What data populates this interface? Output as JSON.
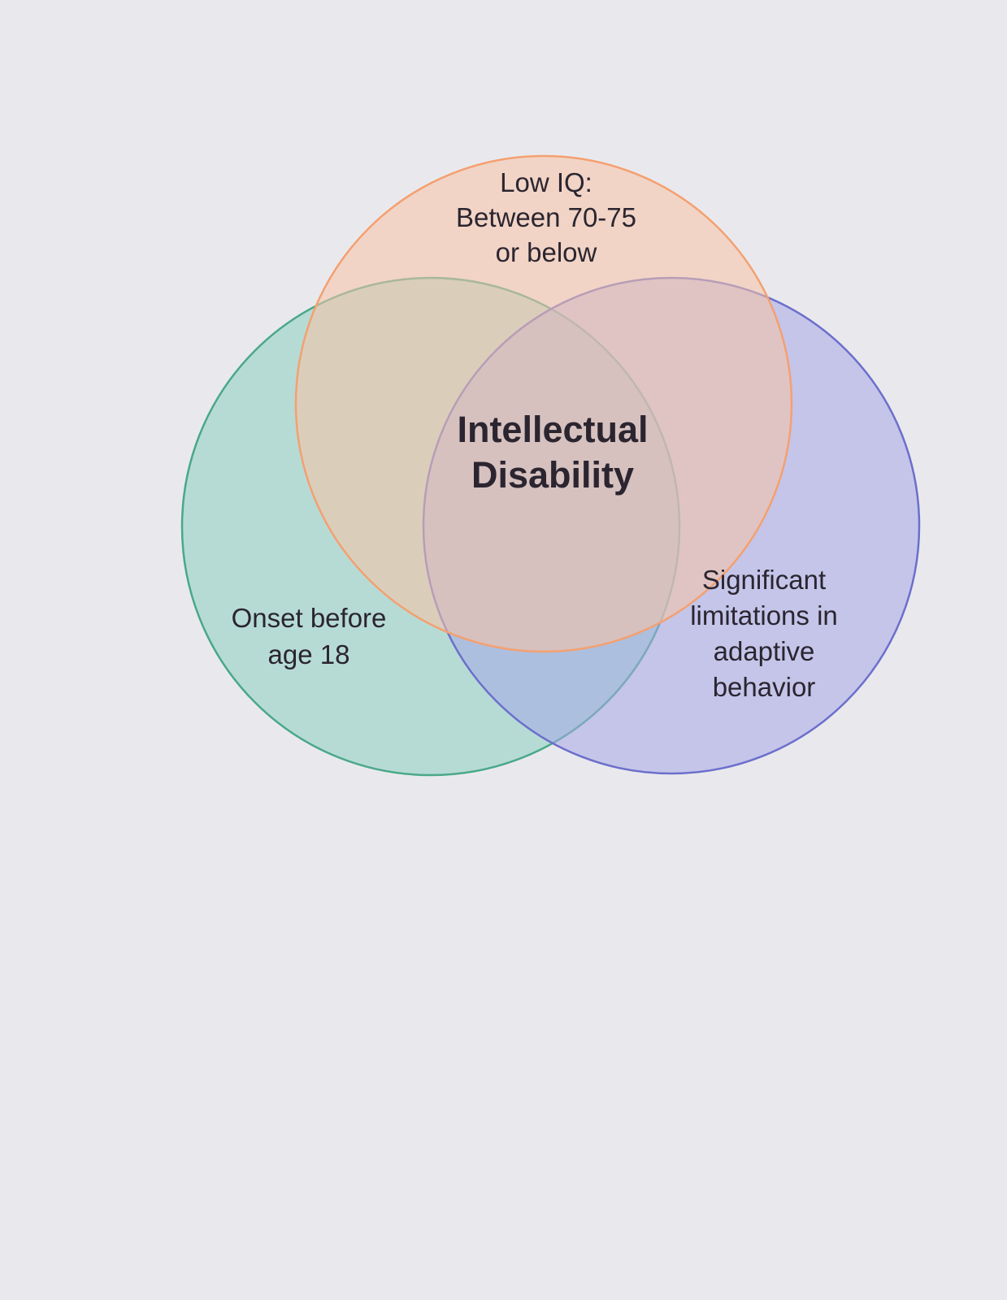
{
  "diagram": {
    "type": "venn",
    "center_label": [
      "Intellectual",
      "Disability"
    ],
    "sets": [
      {
        "id": "iq",
        "label": [
          "Low IQ:",
          "Between 70-75",
          "or below"
        ],
        "stroke": "#f4a070",
        "fill": "#f8c2a6"
      },
      {
        "id": "onset",
        "label": [
          "Onset before",
          "age 18"
        ],
        "stroke": "#4aa888",
        "fill": "#8ccfc1"
      },
      {
        "id": "adaptive",
        "label": [
          "Significant",
          "limitations in",
          "adaptive",
          "behavior"
        ],
        "stroke": "#6c6fcc",
        "fill": "#a6a8e6"
      }
    ],
    "colors": {
      "background": "#e9e9ed",
      "text": "#2b2530"
    }
  }
}
